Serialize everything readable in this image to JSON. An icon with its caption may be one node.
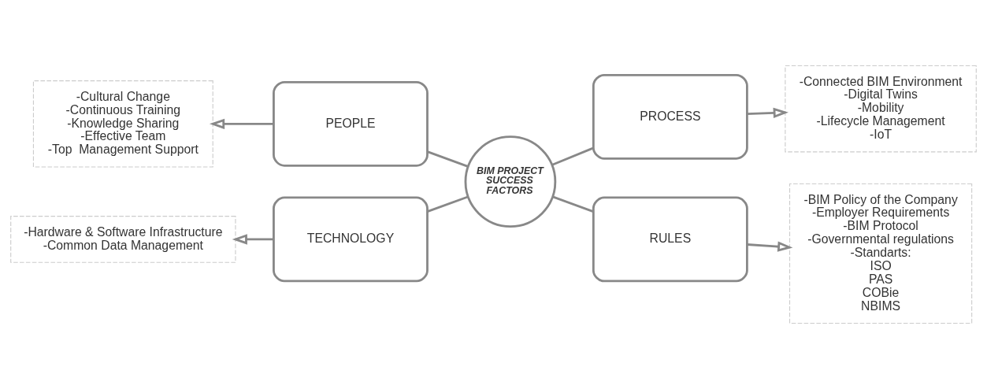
{
  "diagram": {
    "nodes": [
      {
        "text": [
          "BIM PROJECT SUCCESS FACTORS"
        ]
      },
      {
        "text": [
          "PEOPLE"
        ]
      },
      {
        "text": [
          "PROCESS"
        ]
      },
      {
        "text": [
          "TECHNOLOGY"
        ]
      },
      {
        "text": [
          "RULES"
        ]
      },
      {
        "text": [
          "-Cultural Change",
          "-Continuous Training",
          "-Knowledge Sharing",
          "-Effective Team",
          "-Top  Management Support"
        ]
      },
      {
        "text": [
          "-Connected BIM Environment",
          "-Digital Twins",
          "-Mobility",
          "-Lifecycle Management",
          "-IoT"
        ]
      },
      {
        "text": [
          "-Hardware & Software Infrastructure",
          "-Common Data Management"
        ]
      },
      {
        "text": [
          "-BIM Policy of the Company",
          "-Employer Requirements",
          "-BIM Protocol",
          "-Governmental regulations",
          "-Standarts:",
          "ISO",
          "PAS",
          "COBie",
          "NBIMS"
        ]
      }
    ],
    "edges": [
      {
        "from": 0,
        "to": 1,
        "arrow": "none"
      },
      {
        "from": 0,
        "to": 2,
        "arrow": "none"
      },
      {
        "from": 0,
        "to": 3,
        "arrow": "none"
      },
      {
        "from": 0,
        "to": 4,
        "arrow": "none"
      },
      {
        "from": 1,
        "to": 5,
        "arrow": "to"
      },
      {
        "from": 2,
        "to": 6,
        "arrow": "to"
      },
      {
        "from": 3,
        "to": 7,
        "arrow": "to"
      },
      {
        "from": 4,
        "to": 8,
        "arrow": "to"
      }
    ]
  }
}
